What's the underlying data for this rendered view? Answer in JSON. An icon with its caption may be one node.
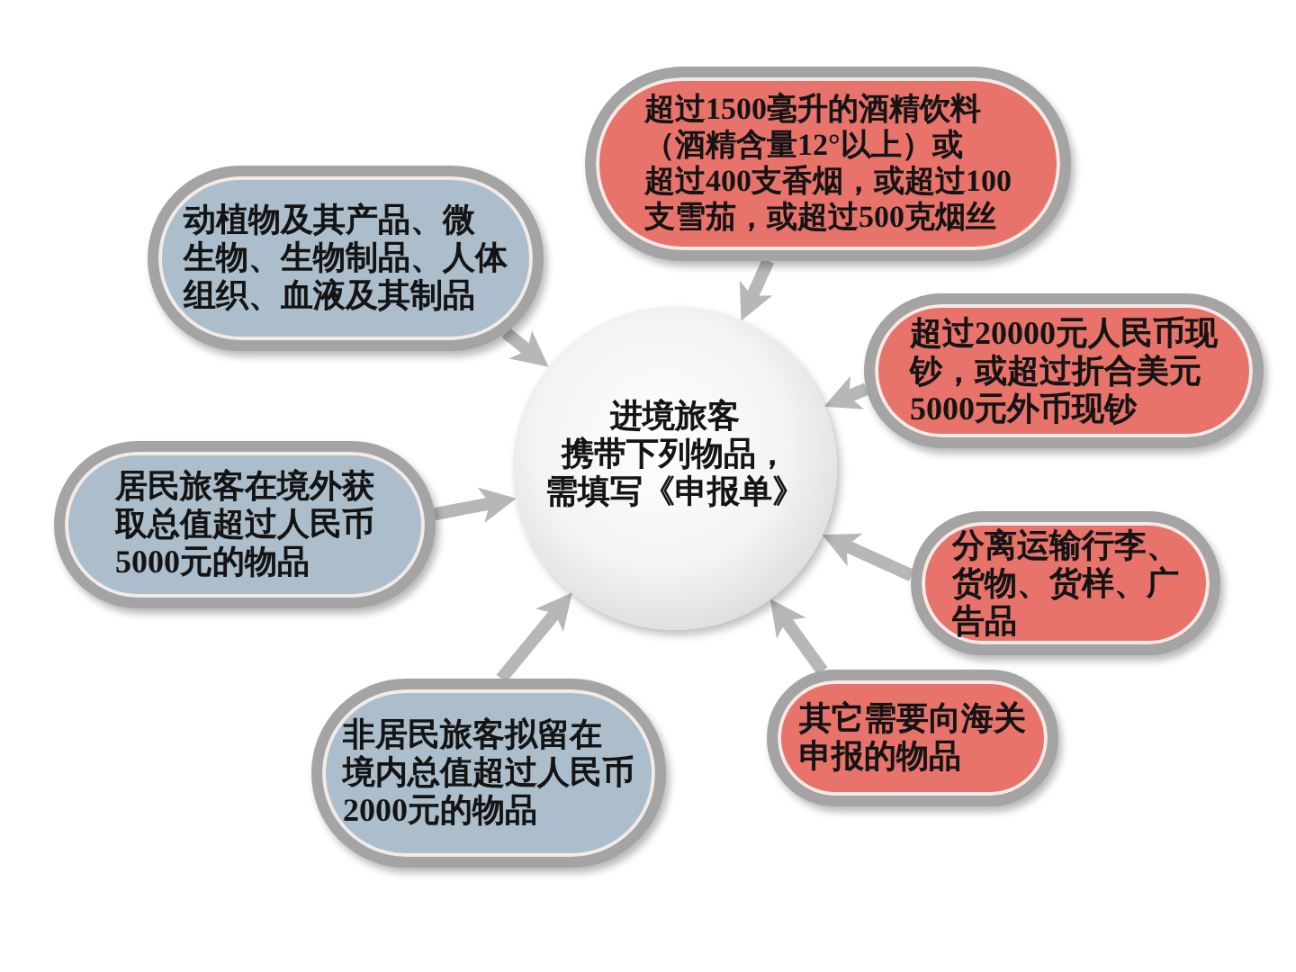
{
  "diagram": {
    "nodes": [
      {
        "text": [
          "超过1500毫升的酒精饮料（酒精含量12°以上）或超过400支香烟，或超过100支雪茄，或超过500克烟丝"
        ]
      },
      {
        "text": [
          "动植物及其产品、微生物、生物制品、人体组织、血液及其制品"
        ]
      },
      {
        "text": [
          "进境旅客携带下列物品，需填写《申报单》"
        ]
      },
      {
        "text": [
          "超过20000元人民币现钞，或超过折合美元5000元外币现钞"
        ]
      },
      {
        "text": [
          "居民旅客在境外获取总值超过人民币5000元的物品"
        ]
      },
      {
        "text": [
          "分离运输行李、货物、货样、广告品"
        ]
      },
      {
        "text": [
          "其它需要向海关申报的物品"
        ]
      },
      {
        "text": [
          "非居民旅客拟留在境内总值超过人民币2000元的物品"
        ]
      }
    ],
    "edges": [
      {
        "from": 0,
        "to": 2,
        "arrow": "to"
      },
      {
        "from": 1,
        "to": 2,
        "arrow": "to"
      },
      {
        "from": 3,
        "to": 2,
        "arrow": "to"
      },
      {
        "from": 4,
        "to": 2,
        "arrow": "to"
      },
      {
        "from": 5,
        "to": 2,
        "arrow": "to"
      },
      {
        "from": 6,
        "to": 2,
        "arrow": "to"
      },
      {
        "from": 7,
        "to": 2,
        "arrow": "to"
      }
    ]
  }
}
